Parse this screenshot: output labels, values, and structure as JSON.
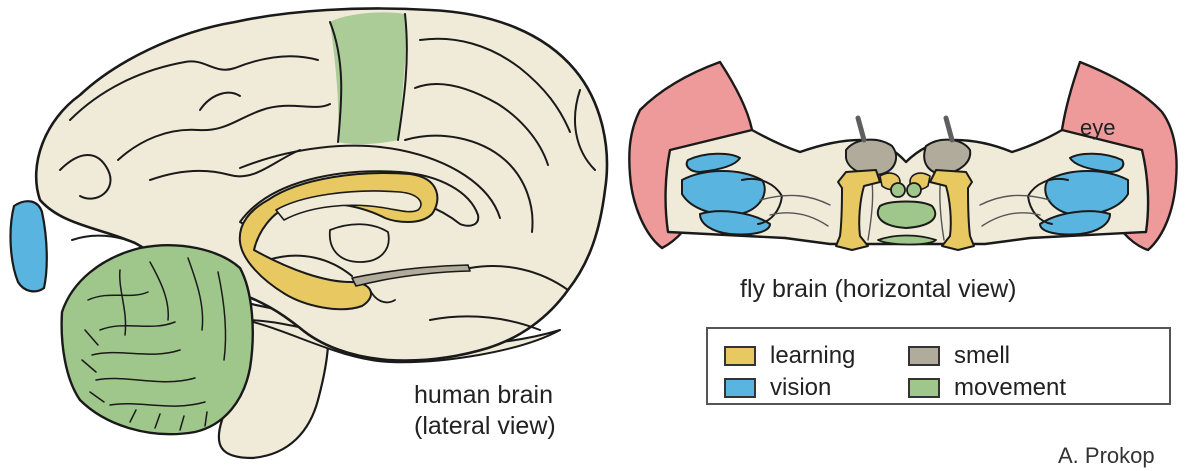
{
  "captions": {
    "human_line1": "human brain",
    "human_line2": "(lateral view)",
    "fly": "fly brain (horizontal view)",
    "eye": "eye",
    "credit": "A. Prokop"
  },
  "legend": [
    {
      "label": "learning",
      "color": "#e8c860"
    },
    {
      "label": "vision",
      "color": "#5ab4e0"
    },
    {
      "label": "smell",
      "color": "#b1ab9b"
    },
    {
      "label": "movement",
      "color": "#9fc78c"
    }
  ],
  "colors": {
    "tissue": "#efebd8",
    "outline": "#1a1a1a",
    "learning": "#e8c860",
    "vision": "#5ab4e0",
    "smell": "#b1ab9b",
    "movement": "#9fc78c",
    "eye": "#ee9a9a"
  }
}
